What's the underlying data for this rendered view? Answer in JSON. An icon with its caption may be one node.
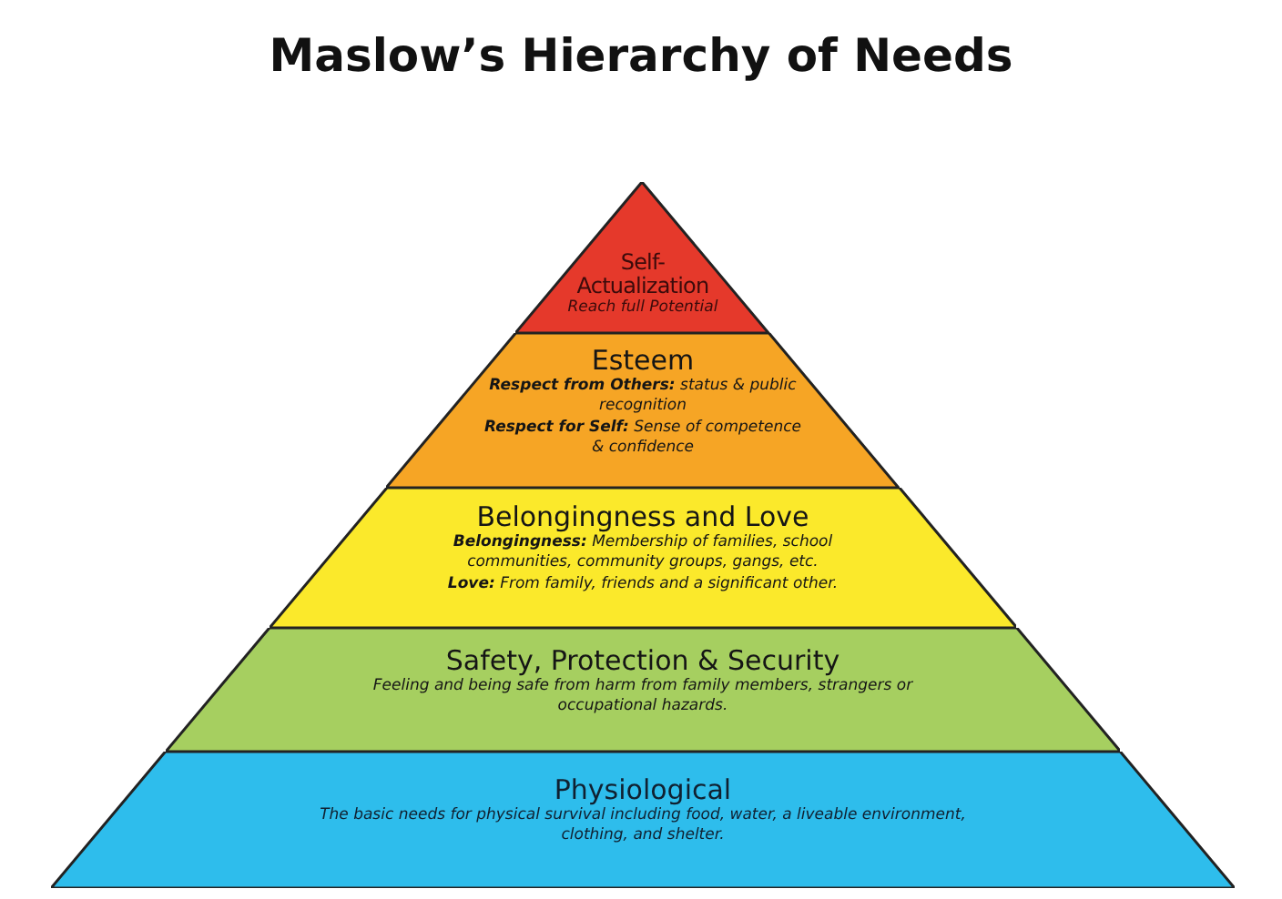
{
  "diagram": {
    "title": "Maslow’s Hierarchy of Needs",
    "nodes": [
      {
        "text": [
          "Self-Actualization",
          "Reach full Potential"
        ]
      },
      {
        "text": [
          "Esteem",
          "**Respect from Others:** status & public recognition",
          "**Respect for Self:** Sense of competence & confidence"
        ]
      },
      {
        "text": [
          "Belongingness and Love",
          "**Belongingness:** Membership of families, school communities, community groups, gangs, etc.",
          "**Love:** From family, friends and a significant other."
        ]
      },
      {
        "text": [
          "Safety, Protection & Security",
          "Feeling and being safe from harm from family members, strangers or occupational hazards."
        ]
      },
      {
        "text": [
          "Physiological",
          "The basic needs for physical survival including food, water, a liveable environment, clothing, and shelter."
        ]
      }
    ]
  }
}
